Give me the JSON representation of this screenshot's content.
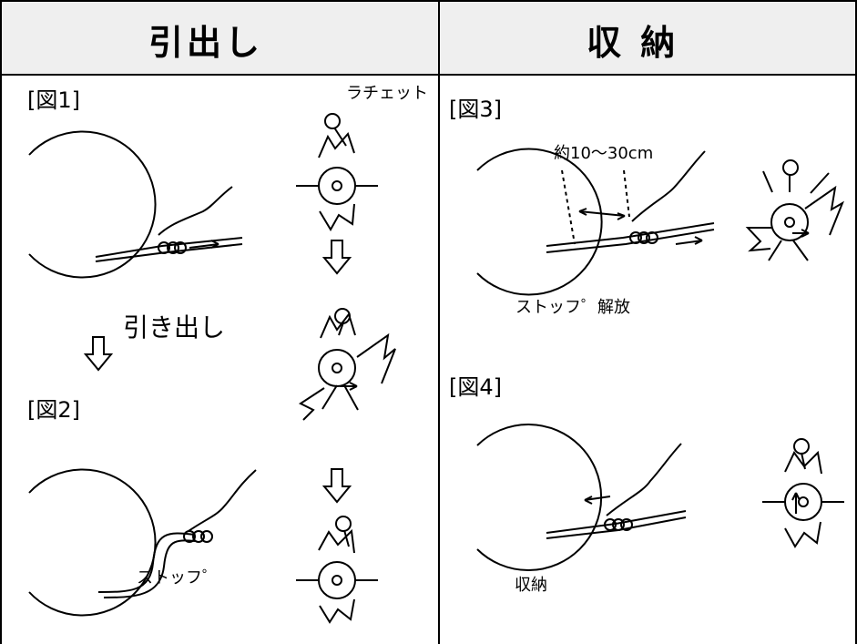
{
  "headers": {
    "left": "引出し",
    "right": "収 納"
  },
  "figure_labels": {
    "fig1": "[図1]",
    "fig2": "[図2]",
    "fig3": "[図3]",
    "fig4": "[図4]"
  },
  "annotations": {
    "ratchet": "ラチェット",
    "pull_out": "引き出し",
    "stop": "ストッフ゜",
    "distance": "約10～30cm",
    "stop_release": "ストッフ゜解放",
    "store": "収納"
  },
  "colors": {
    "header_bg": "#efefef",
    "line": "#000000"
  }
}
